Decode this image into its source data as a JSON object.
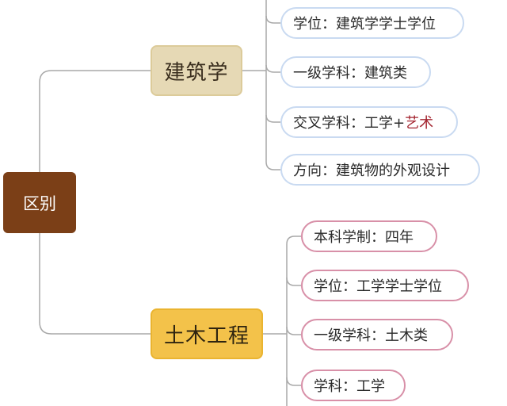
{
  "root": {
    "label": "区别"
  },
  "architecture": {
    "label": "建筑学",
    "items": [
      {
        "text": "学位：建筑学学士学位"
      },
      {
        "text": "一级学科：建筑类"
      },
      {
        "text": "交叉学科：工学+",
        "accent": "艺术"
      },
      {
        "text": "方向：建筑物的外观设计"
      }
    ]
  },
  "civil_engineering": {
    "label": "土木工程",
    "items": [
      {
        "text": "本科学制：四年"
      },
      {
        "text": "学位：工学学士学位"
      },
      {
        "text": "一级学科：土木类"
      },
      {
        "text": "学科：工学"
      }
    ]
  },
  "colors": {
    "root_bg": "#7b3f17",
    "architecture_bg": "#e6d9b5",
    "civil_bg": "#f3c24a",
    "architecture_leaf_border": "#c9daf1",
    "civil_leaf_border": "#d890a8",
    "accent_text": "#a3242f"
  }
}
